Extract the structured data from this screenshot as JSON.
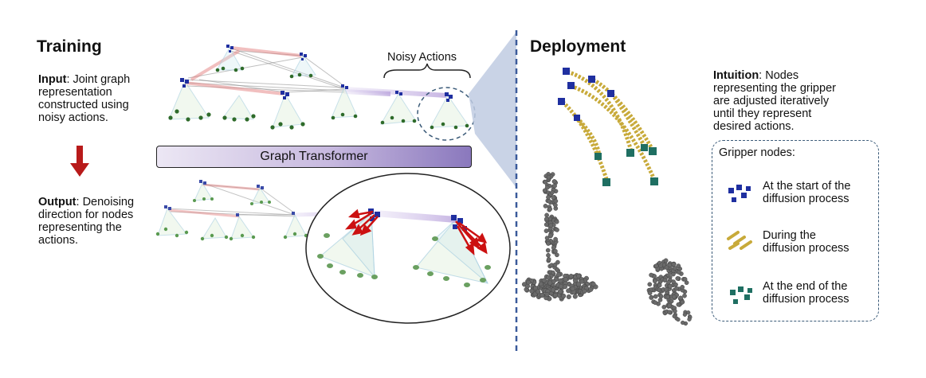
{
  "training": {
    "title": "Training",
    "input_label": "Input",
    "input_text_l1": ": Joint graph",
    "input_text_l2": "representation",
    "input_text_l3": "constructed using",
    "input_text_l4": "noisy actions.",
    "output_label": "Output",
    "output_text_l1": ": Denoising",
    "output_text_l2": "direction for nodes",
    "output_text_l3": "representing the",
    "output_text_l4": "actions.",
    "noisy_actions": "Noisy Actions",
    "graph_transformer": "Graph Transformer"
  },
  "deployment": {
    "title": "Deployment",
    "intuition_label": "Intuition",
    "intuition_l1": ": Nodes",
    "intuition_l2": "representing the gripper",
    "intuition_l3": "are adjusted iteratively",
    "intuition_l4": "until they represent",
    "intuition_l5": "desired actions."
  },
  "legend": {
    "title": "Gripper nodes:",
    "items": [
      {
        "l1": "At the start of the",
        "l2": "diffusion process",
        "color": "#1f2fa0"
      },
      {
        "l1": "During the",
        "l2": "diffusion process",
        "color": "#c8aa3a"
      },
      {
        "l1": "At the end of the",
        "l2": "diffusion process",
        "color": "#1f6f62"
      }
    ]
  },
  "colors": {
    "divider": "#3a5a9a",
    "node_green": "#2e6b2a",
    "node_blue": "#1f2fa0",
    "edge_red": "#e07070",
    "arrow_red": "#cc1111",
    "trajectory": "#c8aa3a",
    "end_node": "#1f6f62",
    "point_cloud": "#6a6a6a"
  }
}
